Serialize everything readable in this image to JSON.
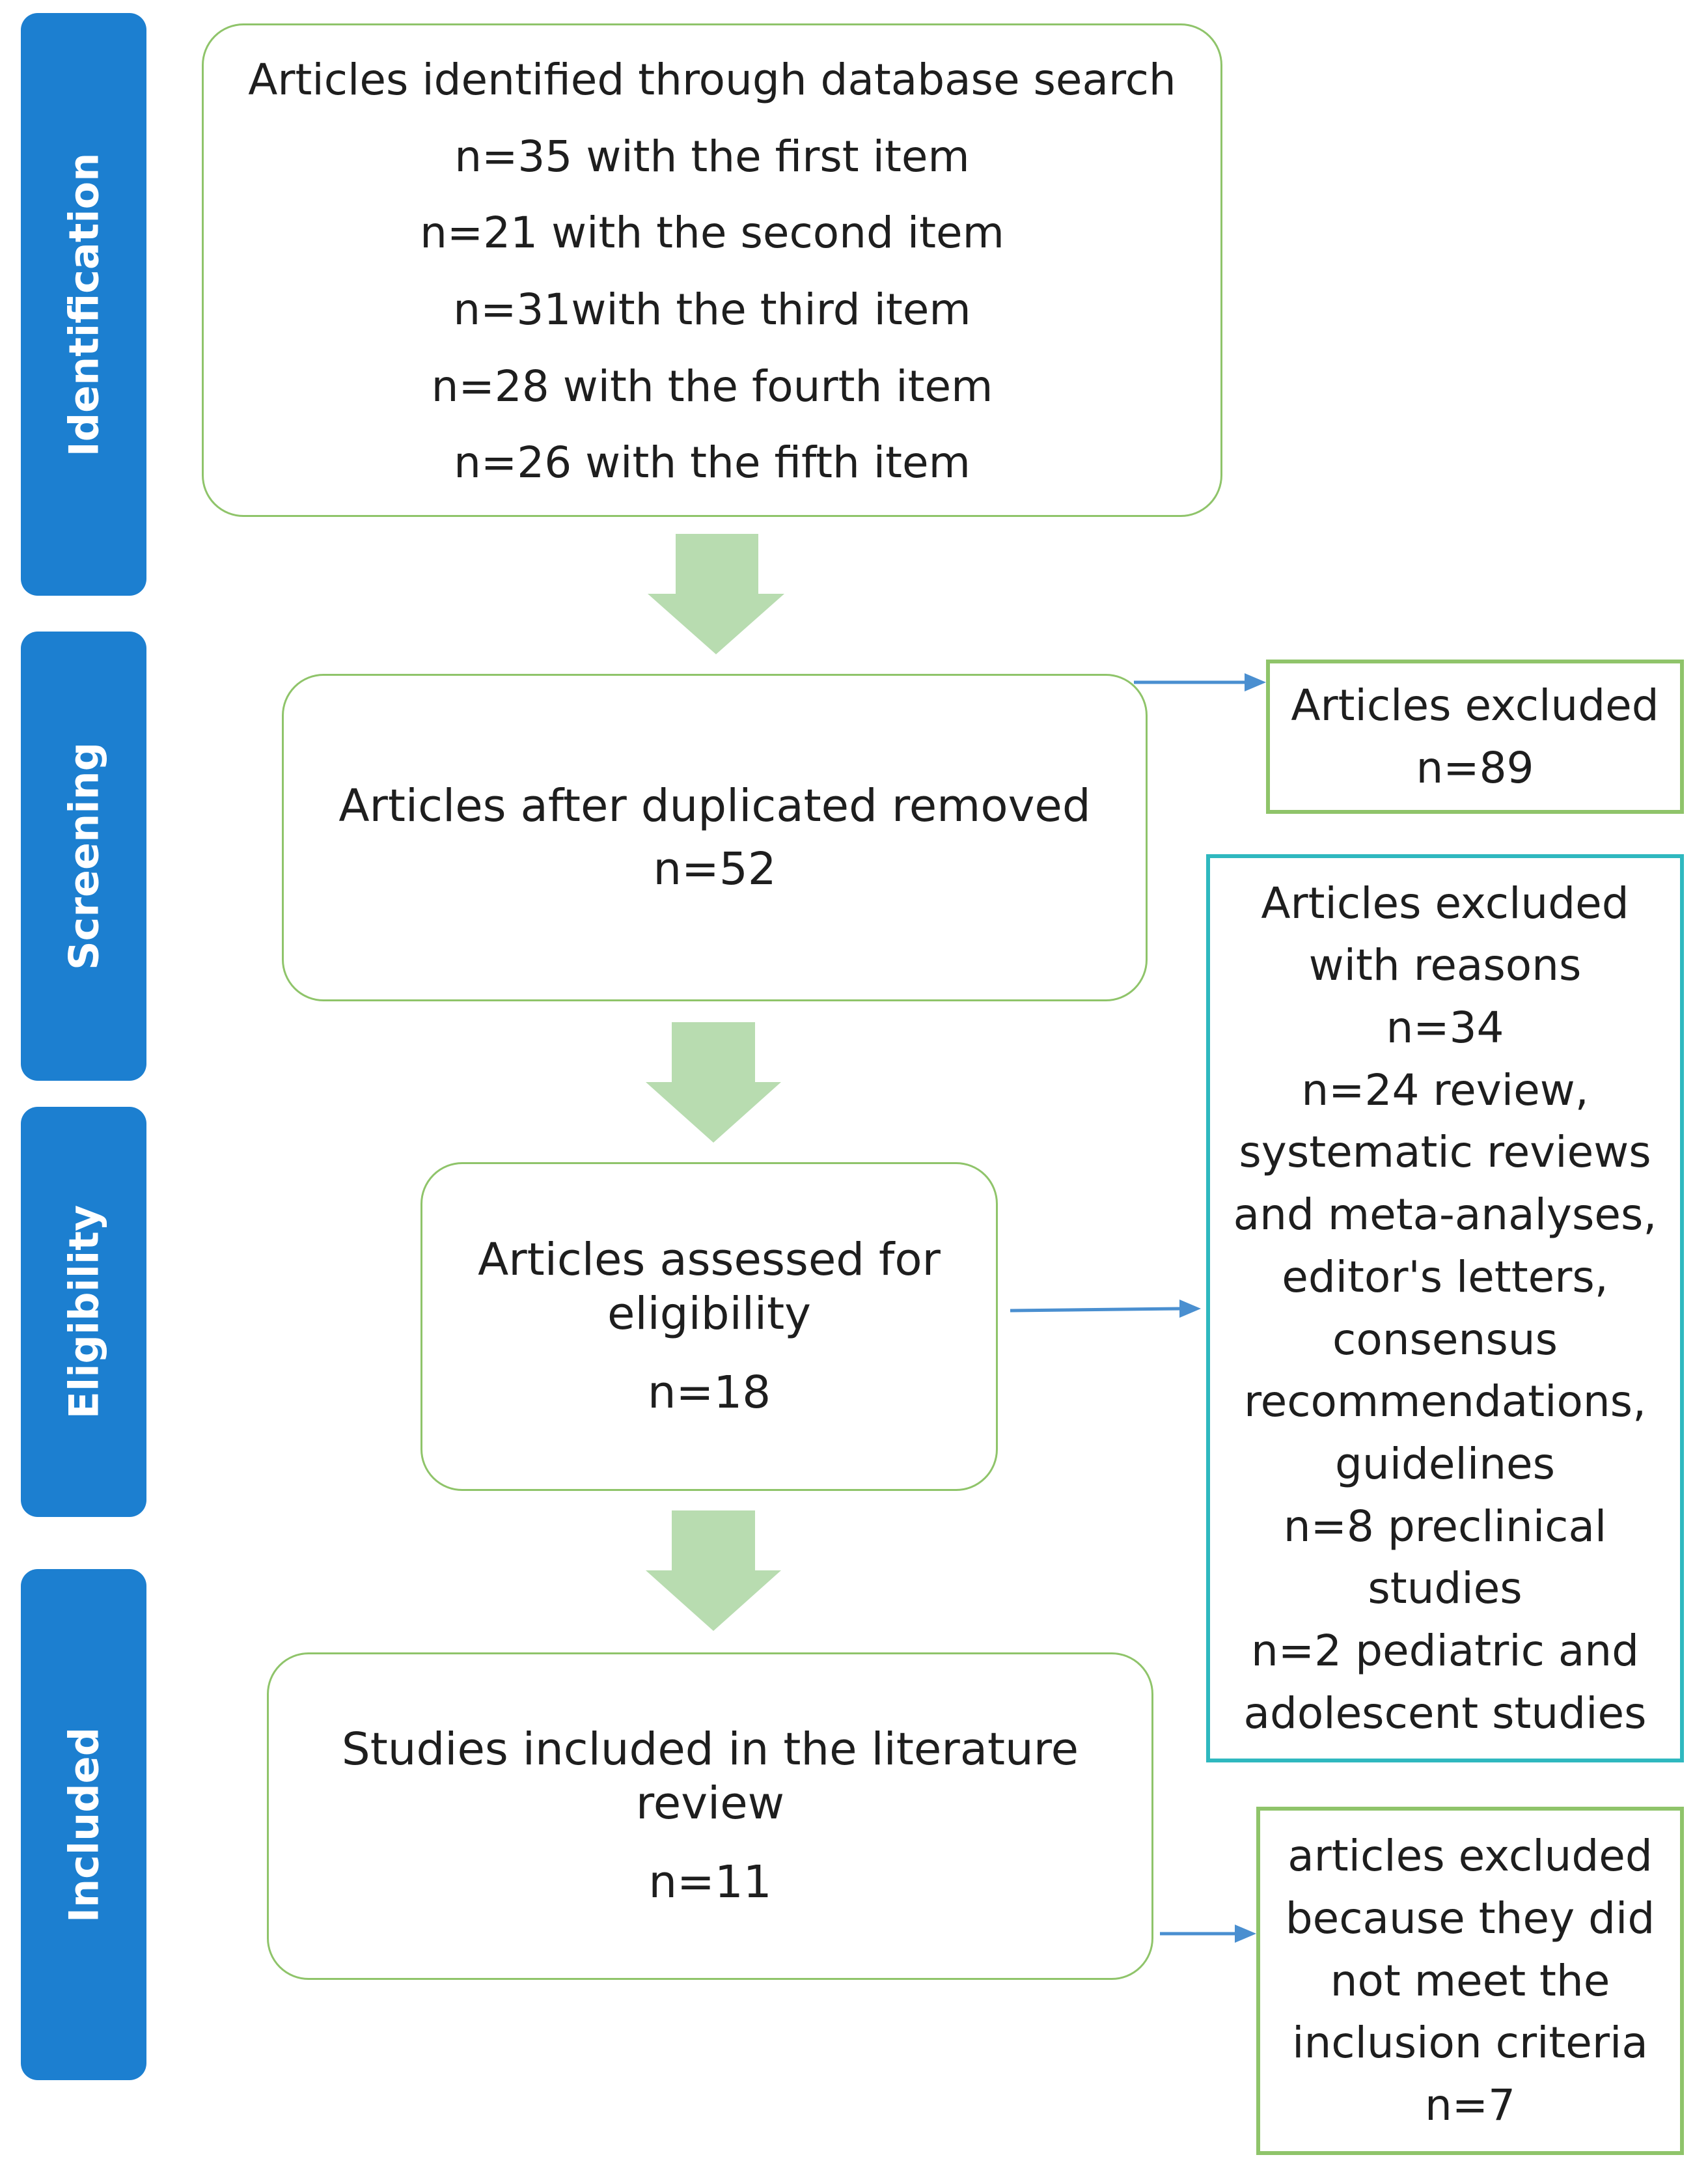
{
  "phases": {
    "identification": "Identification",
    "screening": "Screening",
    "eligibility": "Eligibility",
    "included": "Included"
  },
  "identification_box": {
    "lines": [
      "Articles identified through database search",
      "n=35 with the first item",
      "n=21 with the second item",
      "n=31with the third item",
      "n=28  with the fourth item",
      "n=26 with the fifth item"
    ]
  },
  "screening_box": {
    "title": "Articles after duplicated removed",
    "count": "n=52"
  },
  "eligibility_box": {
    "title_1": "Articles assessed for",
    "title_2": "eligibility",
    "count": "n=18"
  },
  "included_box": {
    "title_1": "Studies included in the literature",
    "title_2": "review",
    "count": "n=11"
  },
  "excluded_box": {
    "title": "Articles excluded",
    "count": "n=89"
  },
  "reasons_box": {
    "lines": [
      "Articles excluded",
      "with reasons",
      "n=34",
      "n=24 review,",
      "systematic reviews",
      "and meta-analyses,",
      "editor's letters,",
      "consensus",
      "recommendations,",
      "guidelines",
      "n=8 preclinical",
      "studies",
      "n=2 pediatric and",
      "adolescent studies"
    ]
  },
  "criteria_box": {
    "lines": [
      "articles excluded",
      "because they did",
      "not meet the",
      "inclusion criteria",
      "n=7"
    ]
  },
  "colors": {
    "phase_fill": "#1c7fd0",
    "box_border": "#8fc46a",
    "reasons_border": "#2fb8bf",
    "down_arrow": "#b8dcb0",
    "side_arrow": "#4a8fd0"
  }
}
